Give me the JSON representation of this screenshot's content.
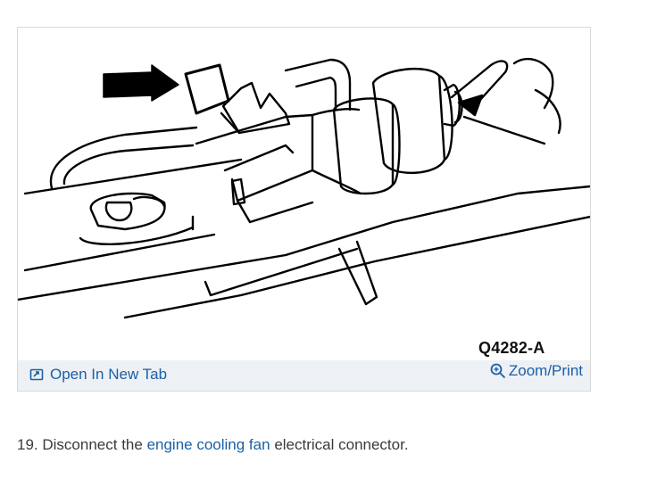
{
  "figure": {
    "code": "Q4282-A",
    "open_tab_label": "Open In New Tab",
    "zoom_label": "Zoom/Print",
    "open_tab_icon": "open-in-new-tab-icon",
    "zoom_icon": "magnifier-icon"
  },
  "step": {
    "number": "19.",
    "before": "Disconnect the",
    "link": "engine cooling fan",
    "after": "electrical connector."
  },
  "colors": {
    "link": "#1a5fa6",
    "action_bar_bg": "#edf0f5",
    "frame_border": "#d9d9d9"
  }
}
